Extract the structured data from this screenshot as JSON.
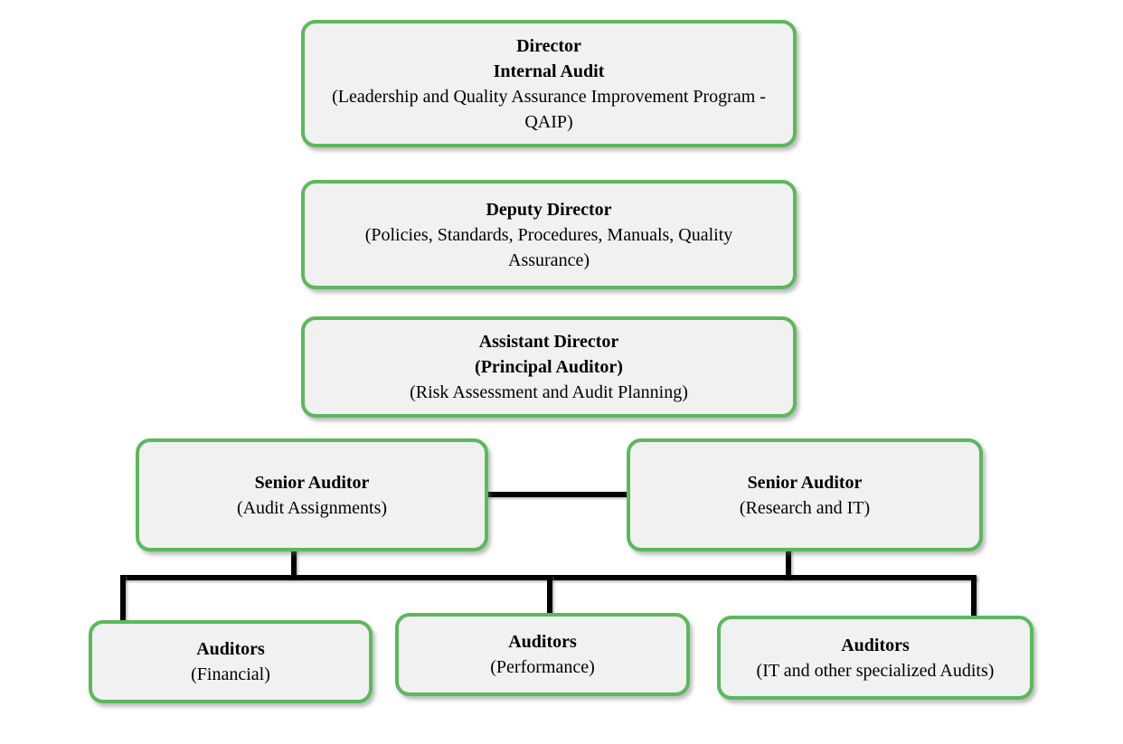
{
  "diagram": {
    "type": "org-chart",
    "background": "#ffffff",
    "node_fill": "#f1f1f1",
    "node_border": "#5cb85c",
    "connector_color": "#000000"
  },
  "nodes": {
    "director": {
      "title1": "Director",
      "title2": "Internal Audit",
      "subtitle": "(Leadership and Quality Assurance Improvement Program -QAIP)"
    },
    "deputy_director": {
      "title1": "Deputy Director",
      "subtitle": "(Policies, Standards, Procedures, Manuals, Quality Assurance)"
    },
    "assistant_director": {
      "title1": "Assistant Director",
      "title2": "(Principal Auditor)",
      "subtitle": "(Risk Assessment and Audit Planning)"
    },
    "senior_auditor_assignments": {
      "title1": "Senior Auditor",
      "subtitle": "(Audit Assignments)"
    },
    "senior_auditor_research_it": {
      "title1": "Senior Auditor",
      "subtitle": "(Research and IT)"
    },
    "auditors_financial": {
      "title1": "Auditors",
      "subtitle": "(Financial)"
    },
    "auditors_performance": {
      "title1": "Auditors",
      "subtitle": "(Performance)"
    },
    "auditors_it": {
      "title1": "Auditors",
      "subtitle": "(IT and other specialized Audits)"
    }
  },
  "edges": [
    {
      "from": "senior_auditor_assignments",
      "to": "senior_auditor_research_it",
      "style": "horizontal-link"
    },
    {
      "from": "senior_auditor_assignments",
      "to": "auditors_bus",
      "style": "drop"
    },
    {
      "from": "senior_auditor_research_it",
      "to": "auditors_bus",
      "style": "drop"
    },
    {
      "from": "auditors_bus",
      "to": "auditors_financial",
      "style": "drop"
    },
    {
      "from": "auditors_bus",
      "to": "auditors_performance",
      "style": "drop"
    },
    {
      "from": "auditors_bus",
      "to": "auditors_it",
      "style": "drop"
    }
  ]
}
